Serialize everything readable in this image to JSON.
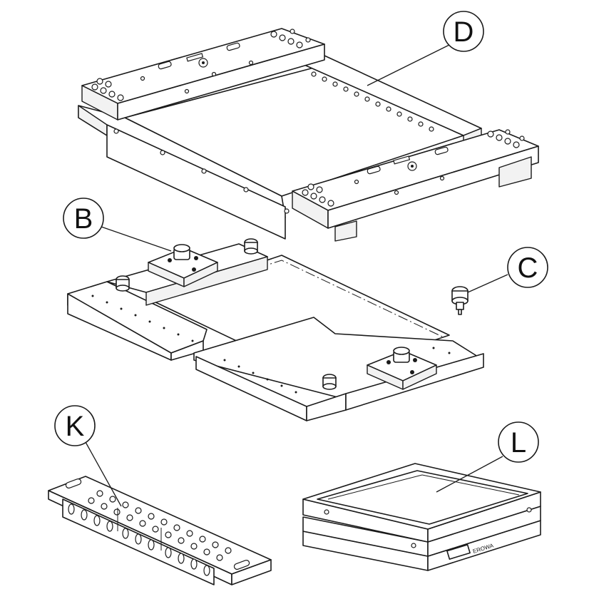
{
  "callouts": {
    "D": "D",
    "B": "B",
    "C": "C",
    "K": "K",
    "L": "L"
  },
  "pallet_brand": "EROWA"
}
